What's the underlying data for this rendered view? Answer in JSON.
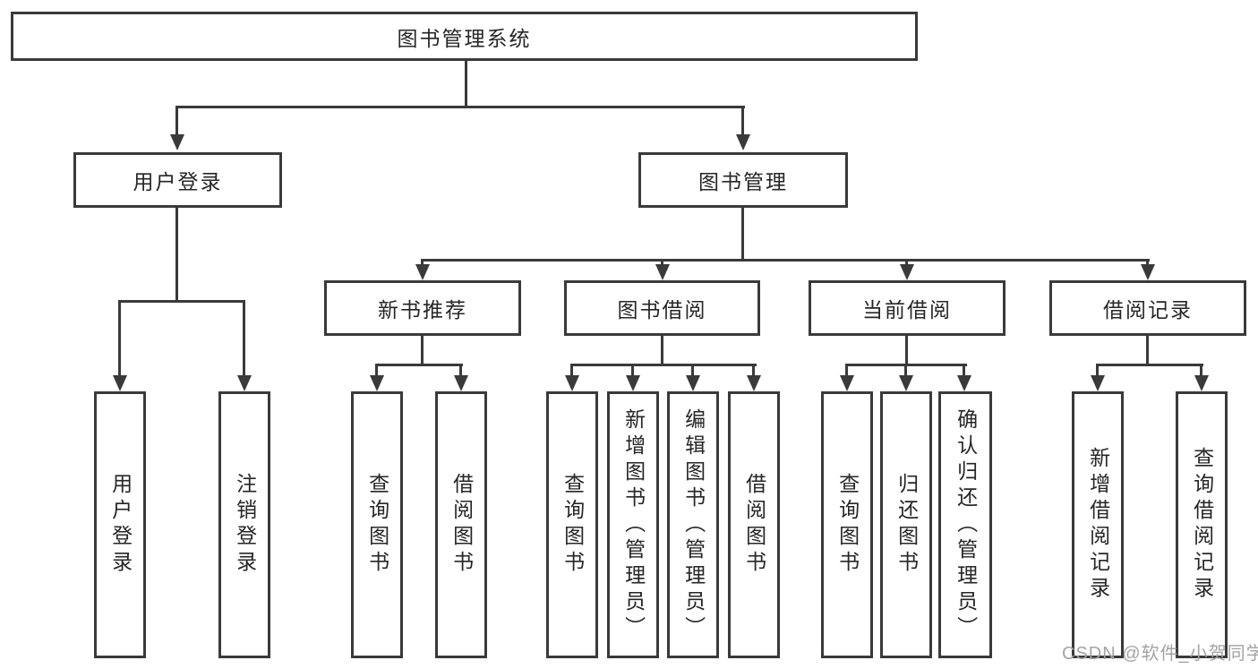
{
  "diagram": {
    "type": "hierarchy-org-chart",
    "root": {
      "label": "图书管理系统"
    },
    "user_login": {
      "label": "用户登录",
      "children": [
        {
          "label": "用户登录"
        },
        {
          "label": "注销登录"
        }
      ]
    },
    "book_mgmt": {
      "label": "图书管理",
      "modules": [
        {
          "label": "新书推荐",
          "children": [
            {
              "label": "查询图书"
            },
            {
              "label": "借阅图书"
            }
          ]
        },
        {
          "label": "图书借阅",
          "children": [
            {
              "label": "查询图书"
            },
            {
              "label": "新增图书（管理员）"
            },
            {
              "label": "编辑图书（管理员）"
            },
            {
              "label": "借阅图书"
            }
          ]
        },
        {
          "label": "当前借阅",
          "children": [
            {
              "label": "查询图书"
            },
            {
              "label": "归还图书"
            },
            {
              "label": "确认归还（管理员）"
            }
          ]
        },
        {
          "label": "借阅记录",
          "children": [
            {
              "label": "新增借阅记录"
            },
            {
              "label": "查询借阅记录"
            }
          ]
        }
      ]
    }
  },
  "watermark": {
    "text": "CSDN @软件_小贺同学"
  },
  "colors": {
    "line": "#3a3a3a",
    "box_border": "#3a3a3a",
    "box_fill": "#ffffff",
    "text": "#262626",
    "watermark": "#a3a3a3",
    "background": "#ffffff"
  }
}
